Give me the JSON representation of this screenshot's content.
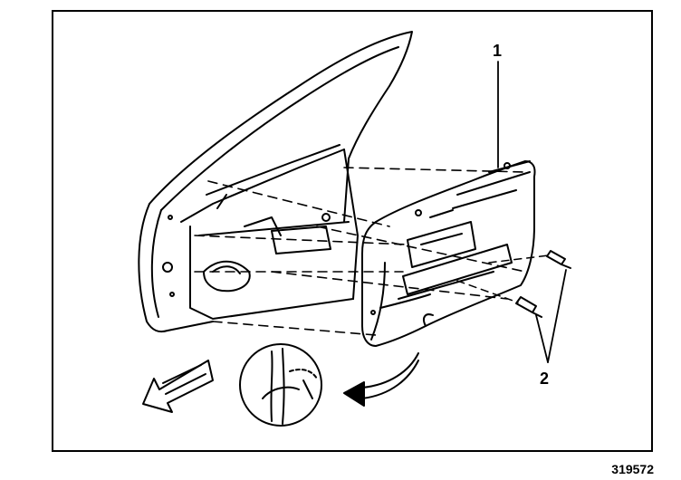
{
  "diagram": {
    "callouts": {
      "trim_panel": "1",
      "screws": "2"
    },
    "figure_number": "319572"
  }
}
